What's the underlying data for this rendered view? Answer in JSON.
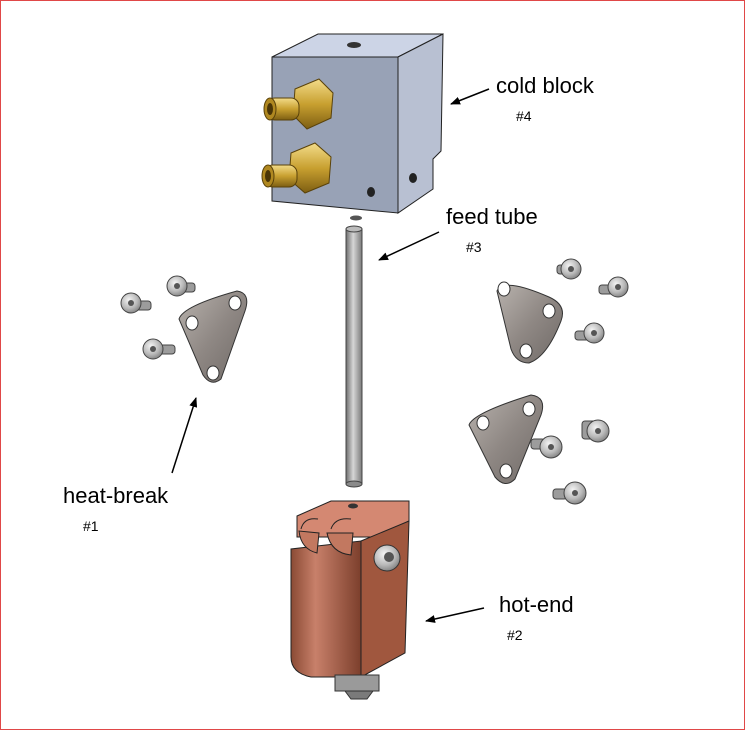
{
  "labels": {
    "cold_block": {
      "name": "cold block",
      "number": "#4"
    },
    "feed_tube": {
      "name": "feed tube",
      "number": "#3"
    },
    "heat_break": {
      "name": "heat-break",
      "number": "#1"
    },
    "hot_end": {
      "name": "hot-end",
      "number": "#2"
    }
  },
  "colors": {
    "frame_border": "#e04848",
    "aluminum": "#a7b0c4",
    "brass": "#c8a030",
    "copper": "#b06a50",
    "steel": "#9a9a9a"
  }
}
